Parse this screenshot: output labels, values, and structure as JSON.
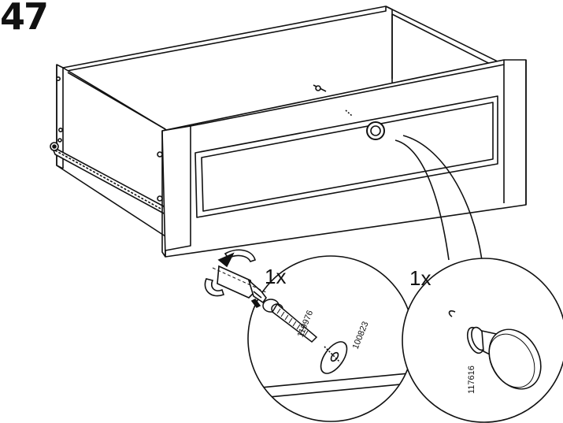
{
  "step": {
    "number": "47"
  },
  "callouts": {
    "screw": {
      "quantity": "1x",
      "part_number": "119976"
    },
    "washer": {
      "part_number": "100823"
    },
    "knob": {
      "quantity": "1x",
      "part_number": "117616"
    }
  },
  "colors": {
    "line": "#111111",
    "paper": "#ffffff",
    "shade": "#cfcfcf"
  },
  "icons": [
    "rotate-clockwise-arrow-icon",
    "screwdriver-icon"
  ]
}
